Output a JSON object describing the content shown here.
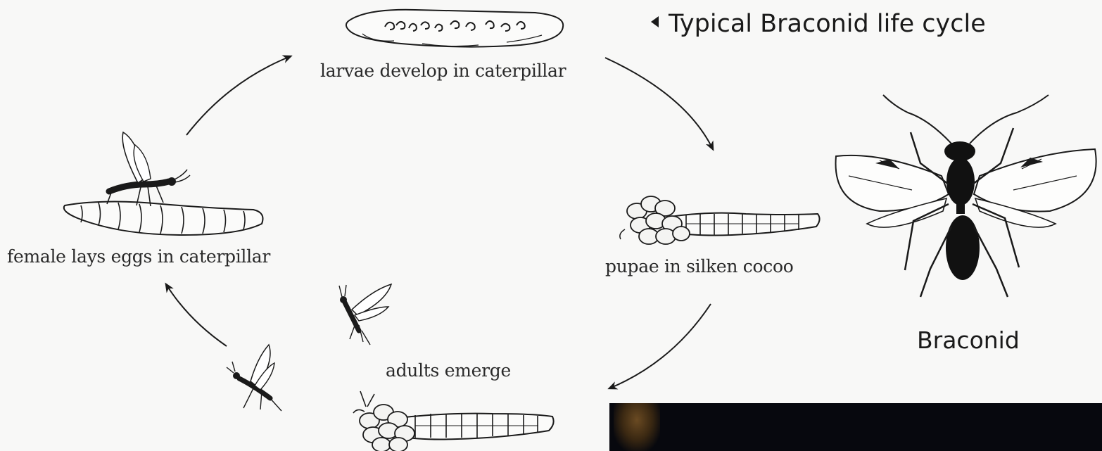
{
  "title": "Typical Braconid life cycle",
  "stages": {
    "larvae": "larvae develop in caterpillar",
    "pupae": "pupae in silken cocoo",
    "adults": "adults emerge",
    "eggs": "female lays eggs in caterpillar"
  },
  "specimen_label": "Braconid",
  "colors": {
    "ink": "#1a1a1a",
    "background": "#f8f8f7",
    "photo": "#07080e"
  },
  "icons": [
    "larvae-caterpillar-icon",
    "pupae-caterpillar-icon",
    "cocoon-caterpillar-icon",
    "egg-caterpillar-icon",
    "wasp-icon",
    "braconid-wasp-icon"
  ]
}
